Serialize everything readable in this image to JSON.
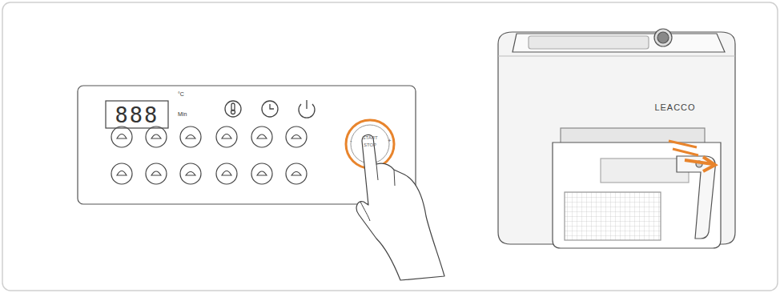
{
  "diagram": {
    "labels": [
      "888",
      "°C",
      "Min",
      "START",
      "STOP",
      "-",
      "+",
      "LEACCO"
    ]
  }
}
